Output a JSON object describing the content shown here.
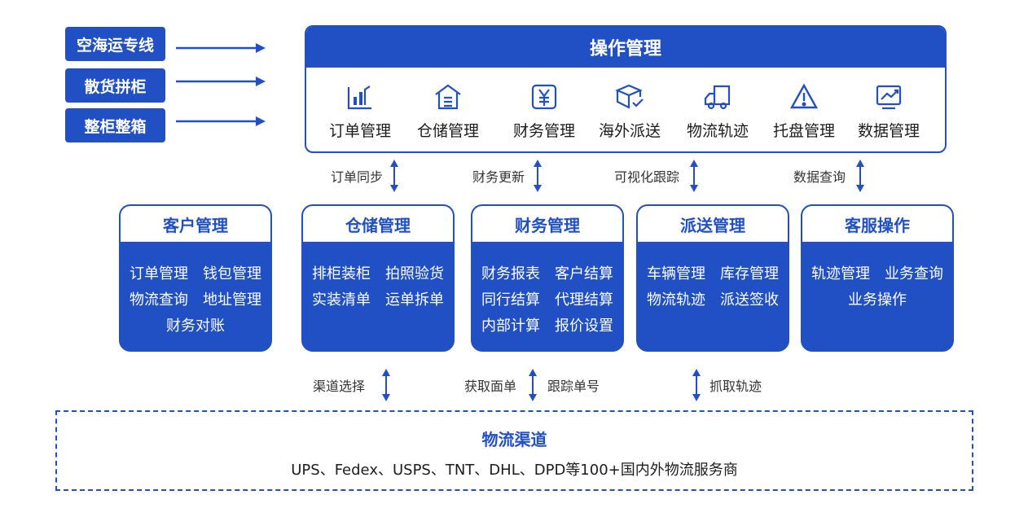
{
  "routes": [
    {
      "label": "空海运专线"
    },
    {
      "label": "散货拼柜"
    },
    {
      "label": "整柜整箱"
    }
  ],
  "operations": {
    "title": "操作管理",
    "items": [
      {
        "label": "订单管理",
        "icon": "order-chart-icon"
      },
      {
        "label": "仓储管理",
        "icon": "warehouse-icon"
      },
      {
        "label": "财务管理",
        "icon": "finance-yen-icon"
      },
      {
        "label": "海外派送",
        "icon": "package-check-icon"
      },
      {
        "label": "物流轨迹",
        "icon": "truck-icon"
      },
      {
        "label": "托盘管理",
        "icon": "warning-triangle-icon"
      },
      {
        "label": "数据管理",
        "icon": "trend-chart-icon"
      }
    ]
  },
  "top_connectors": [
    {
      "label": "订单同步"
    },
    {
      "label": "财务更新"
    },
    {
      "label": "可视化跟踪"
    },
    {
      "label": "数据查询"
    }
  ],
  "modules": [
    {
      "title": "客户管理",
      "rows": [
        [
          "订单管理",
          "钱包管理"
        ],
        [
          "物流查询",
          "地址管理"
        ],
        [
          "财务对账"
        ]
      ]
    },
    {
      "title": "仓储管理",
      "rows": [
        [
          "排柜装柜",
          "拍照验货"
        ],
        [
          "实装清单",
          "运单拆单"
        ]
      ]
    },
    {
      "title": "财务管理",
      "rows": [
        [
          "财务报表",
          "客户结算"
        ],
        [
          "同行结算",
          "代理结算"
        ],
        [
          "内部计算",
          "报价设置"
        ]
      ]
    },
    {
      "title": "派送管理",
      "rows": [
        [
          "车辆管理",
          "库存管理"
        ],
        [
          "物流轨迹",
          "派送签收"
        ]
      ]
    },
    {
      "title": "客服操作",
      "rows": [
        [
          "轨迹管理",
          "业务查询"
        ],
        [
          "业务操作"
        ]
      ]
    }
  ],
  "bottom_connectors": {
    "left": "渠道选择",
    "mid_left": "获取面单",
    "mid_right": "跟踪单号",
    "right": "抓取轨迹"
  },
  "channel": {
    "title": "物流渠道",
    "subtitle": "UPS、Fedex、USPS、TNT、DHL、DPD等100+国内外物流服务商"
  },
  "colors": {
    "primary": "#2150c4",
    "text": "#1c1c1c"
  }
}
